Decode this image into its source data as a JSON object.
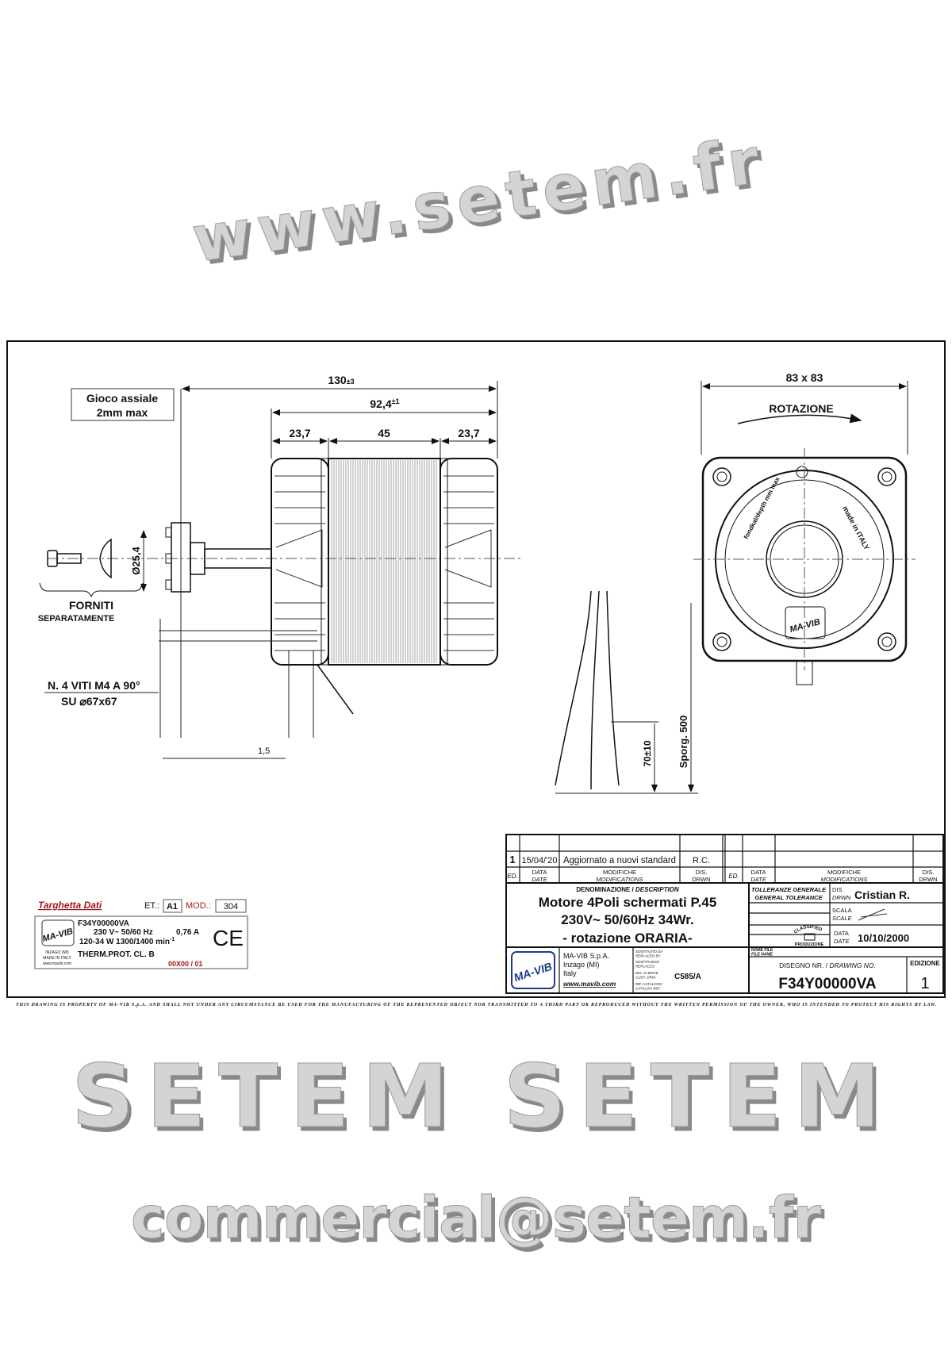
{
  "drawing": {
    "axial_play_box": [
      "Gioco assiale",
      "2mm max"
    ],
    "dims": {
      "overall_length": "130",
      "overall_length_tol": "±3",
      "body_length": "92,4",
      "body_length_tol": "±1",
      "end_left": "23,7",
      "stator": "45",
      "end_right": "23,7",
      "hub_diameter": "Ø25,4",
      "square": "83 x 83",
      "small_dim": "1,5",
      "lead_strip": "70±10",
      "lead_length": "Sporg. 500"
    },
    "supplied_separately": [
      "FORNITI",
      "SEPARATAMENTE"
    ],
    "screws_note": [
      "N. 4 VITI M4 A 90°",
      "SU ⌀67x67"
    ],
    "rotation_label": "ROTAZIONE",
    "face_texts": [
      "fondkal/depth mm max",
      "made in ITALY",
      "MA-VIB"
    ]
  },
  "watermark": [
    "www.setem.fr",
    "SETEM  SETEM",
    "commercial@setem.fr"
  ],
  "nameplate": {
    "title": "Targhetta Dati",
    "et_label": "ET.:",
    "et_value": "A1",
    "mod_label": "MOD.:",
    "mod_value": "304",
    "logo": "MA-VIB",
    "code": "F34Y00000VA",
    "line1": "230 V~ 50/60 Hz",
    "current": "0,76 A",
    "line2": "120-34 W  1300/1400 min",
    "line2_sup": "-1",
    "therm": "THERM.PROT. CL. B",
    "serial": "00X00 / 01",
    "small": [
      "INZAGO (MI)",
      "MADE IN ITALY",
      "www.mavib.com"
    ],
    "ce": "CE"
  },
  "title_block": {
    "revision": {
      "ed": "1",
      "date": "15/04/'20",
      "modification": "Aggiornato a nuovi standard",
      "drawn": "R.C."
    },
    "headers": {
      "ed": "ED.",
      "date": [
        "DATA",
        "DATE"
      ],
      "mod": [
        "MODIFICHE",
        "MODIFICATIONS"
      ],
      "drwn": [
        "DIS.",
        "DRWN"
      ]
    },
    "description_label": [
      "DENOMINAZIONE / ",
      "DESCRIPTION"
    ],
    "description": [
      "Motore 4Poli schermati P.45",
      "230V~   50/60Hz   34Wr.",
      "- rotazione ORARIA-"
    ],
    "tolerance_label": [
      "TOLLERANZE GENERALE",
      "GENERAL TOLERANCE"
    ],
    "classified": [
      "CLASSIFIED",
      "PRODUZIONE"
    ],
    "drawn_label": [
      "DIS.",
      "DRWN"
    ],
    "drawn_by": "Cristian R.",
    "scale_label": [
      "SCALA",
      "SCALE"
    ],
    "date_label": [
      "DATA",
      "DATE"
    ],
    "date": "10/10/2000",
    "company": {
      "logo": "MA-VIB",
      "lines": [
        "MA-VIB S.p.A.",
        "Inzago (MI)",
        "Italy"
      ],
      "web": "www.mavib.com"
    },
    "replace_labels": [
      "SOSTITUITO DA",
      "REPLACED BY",
      "SOSTITUISCE",
      "REPLACES",
      "DIS. CLIENTE",
      "CUST. DRW.",
      "RIF. CATALOGO",
      "CATALOG REF."
    ],
    "customer_drawing": "C585/A",
    "file_label": [
      "NOME FILE",
      "FILE NAME"
    ],
    "drawing_no_label": [
      "DISEGNO NR. / ",
      "DRAWING NO."
    ],
    "drawing_no": "F34Y00000VA",
    "edition_label": "EDIZIONE",
    "edition": "1"
  },
  "footer": "THIS DRAWING IS PROPERTY OF MA-VIB S.p.A. AND SHALL NOT UNDER ANY CIRCUMSTANCE BE USED FOR THE MANUFACTURING OF THE REPRESENTED OBJECT NOR TRANSMITTED TO A THIRD PART OR REPRODUCED WITHOUT THE WRITTEN PERMISSION OF THE OWNER, WHO IS INTENDED TO PROTECT HIS RIGHTS BY LAW."
}
